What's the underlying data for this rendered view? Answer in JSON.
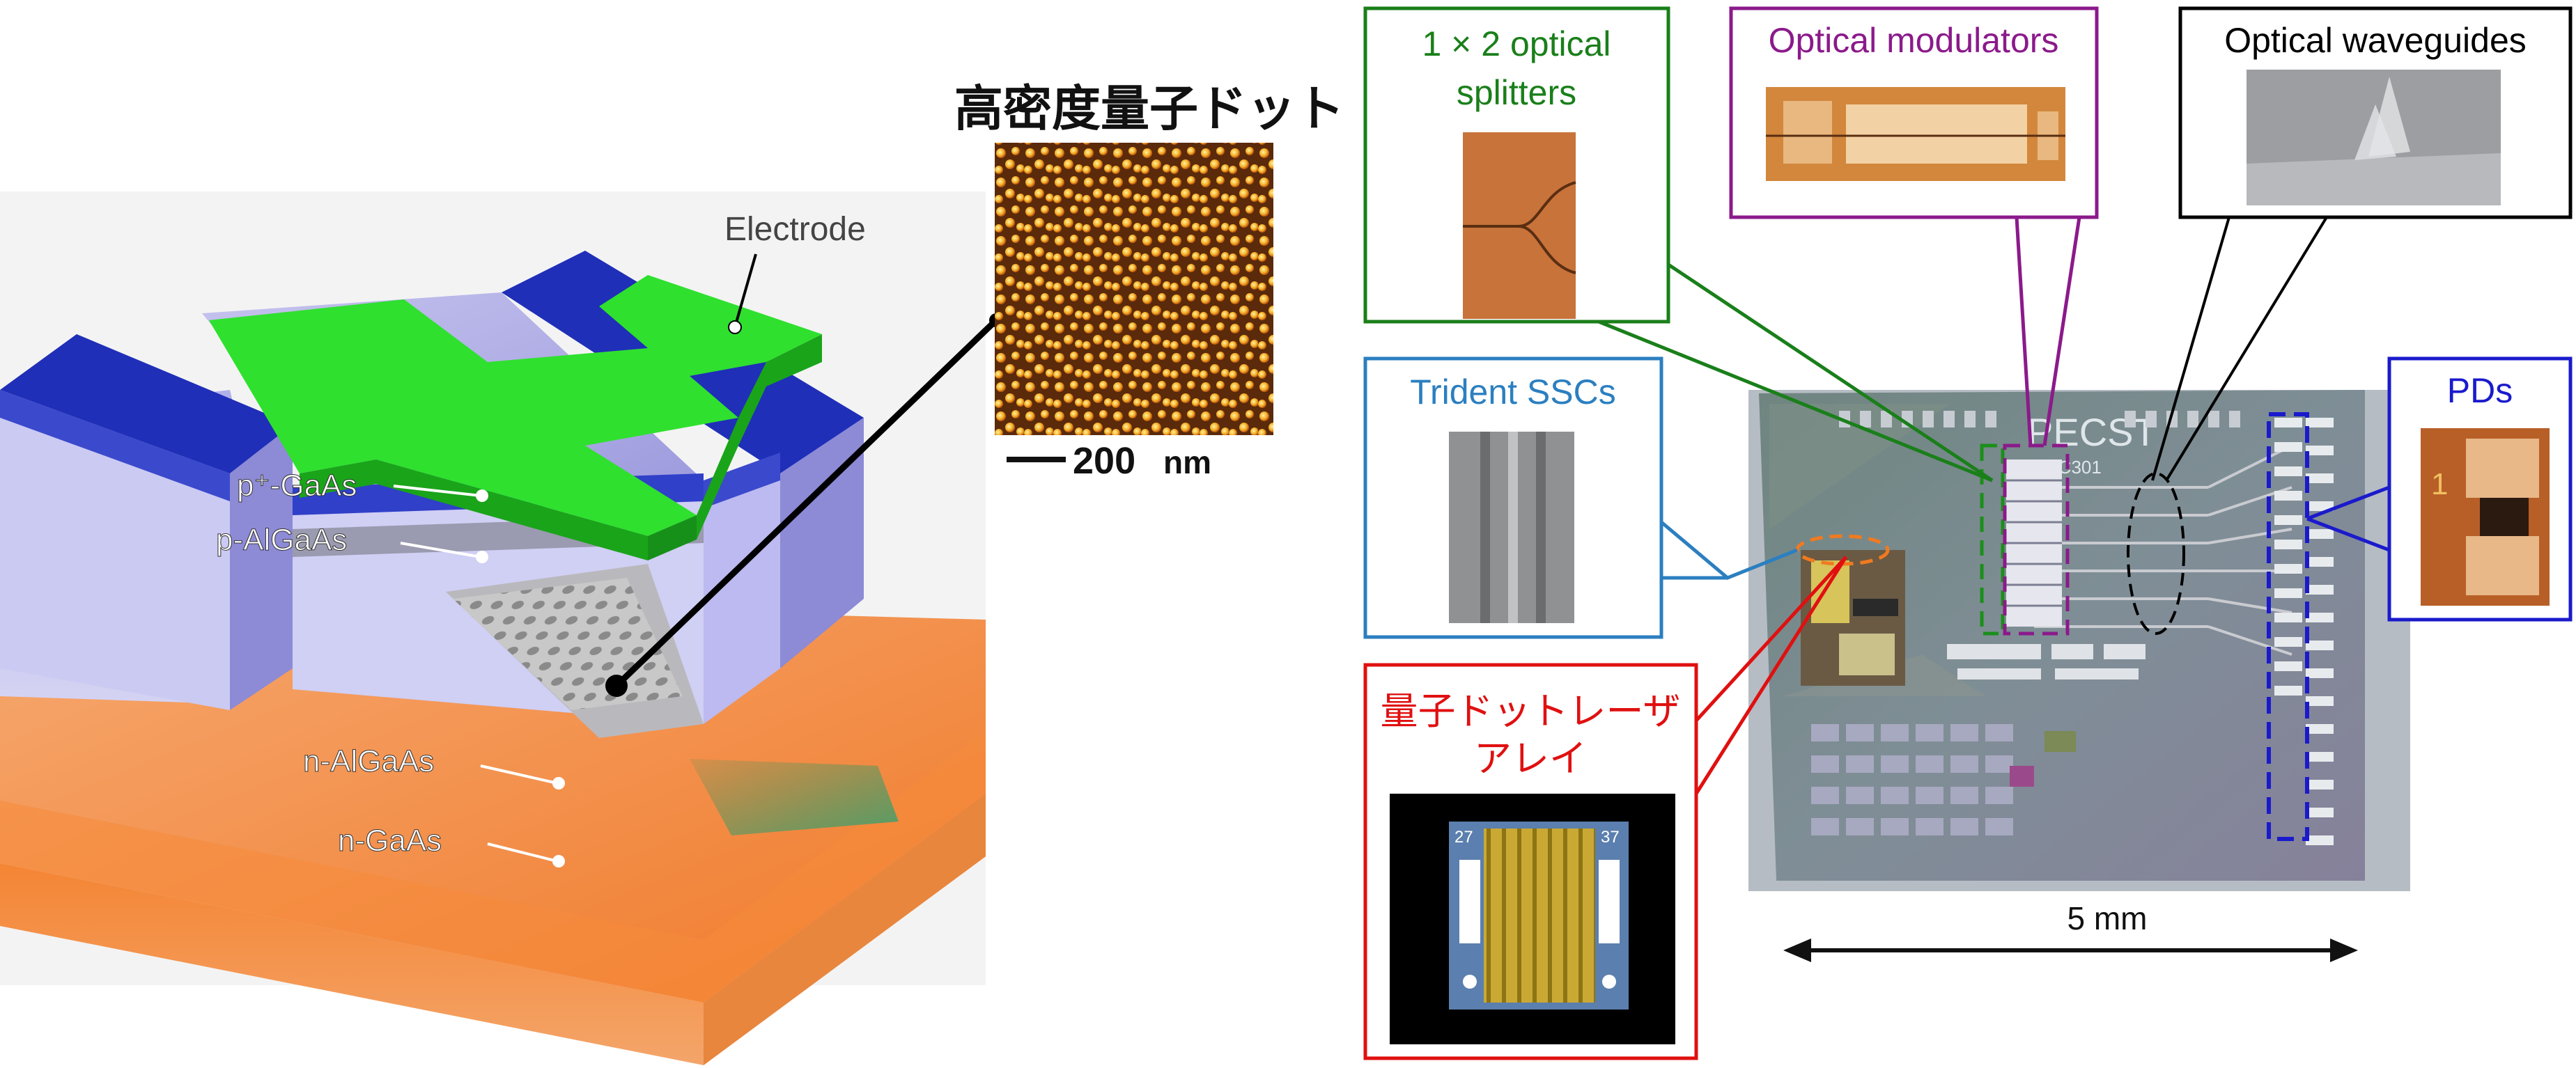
{
  "laser": {
    "electrode_label": "Electrode",
    "layers": {
      "p_gaas": "p⁺-GaAs",
      "p_algaas": "p-AlGaAs",
      "n_algaas": "n-AlGaAs",
      "n_gaas": "n-GaAs"
    }
  },
  "qd_inset": {
    "title": "高密度量子ドット",
    "scale_label": "200",
    "scale_unit": "nm"
  },
  "chip": {
    "logo": "PECST",
    "model": "PEC301",
    "scale_label": "5 mm"
  },
  "callouts": {
    "splitters": {
      "line1": "1 × 2 optical",
      "line2": "splitters",
      "color": "#1a7f1a"
    },
    "modulators": {
      "label": "Optical modulators",
      "color": "#8b1a8b"
    },
    "waveguides": {
      "label": "Optical waveguides",
      "color": "#000000"
    },
    "ssc": {
      "label": "Trident SSCs",
      "color": "#2b7fc0"
    },
    "pds": {
      "label": "PDs",
      "color": "#1a1acc",
      "pad_number": "1"
    },
    "laser_array": {
      "line1": "量子ドットレーザ",
      "line2": "アレイ",
      "color": "#e01010",
      "tag_left": "27",
      "tag_right": "37"
    }
  }
}
